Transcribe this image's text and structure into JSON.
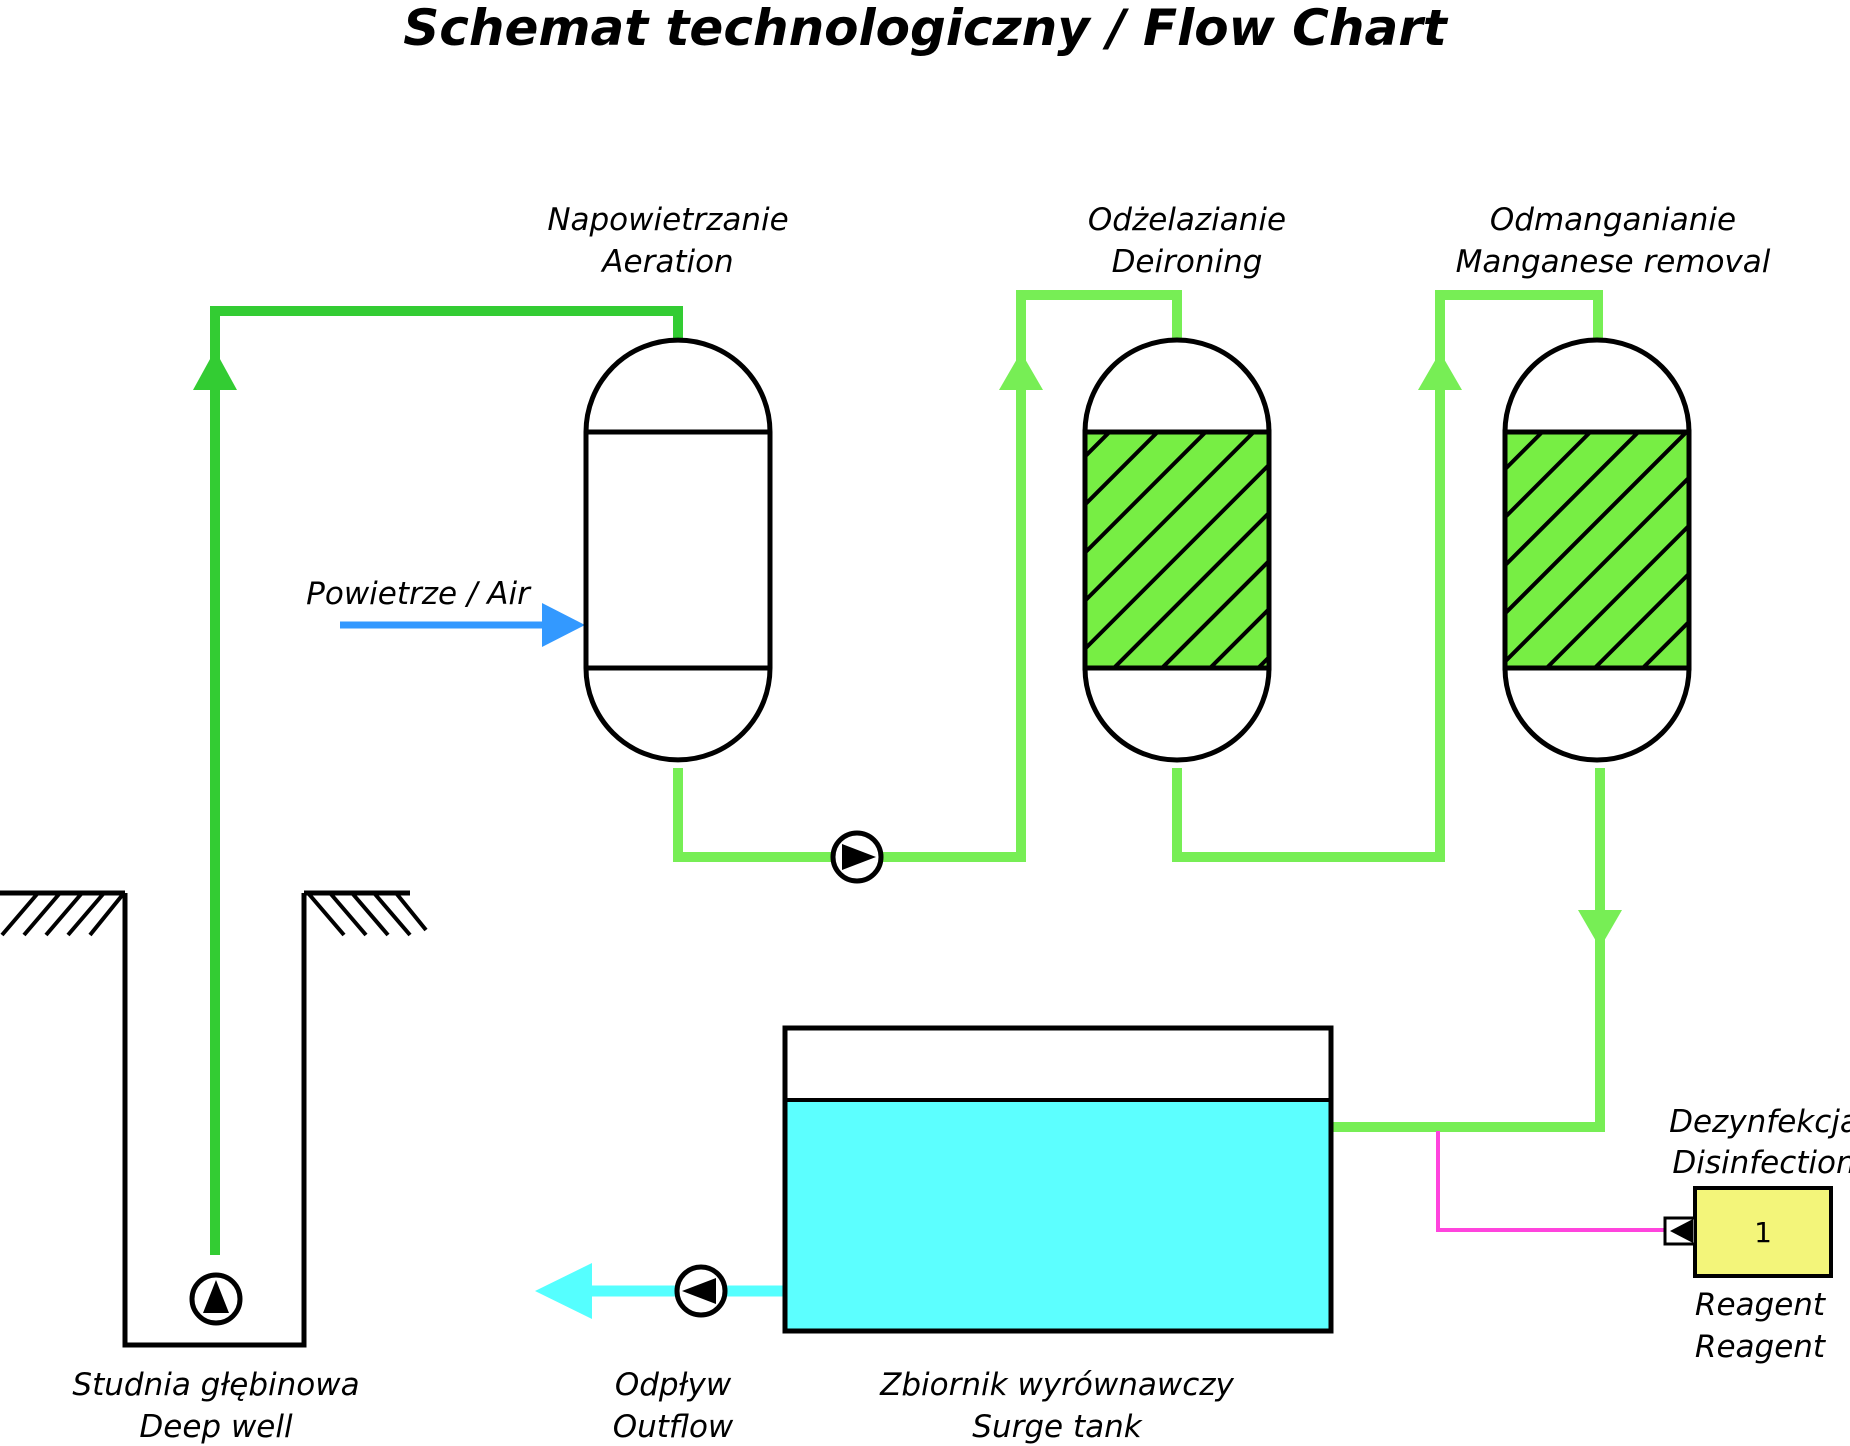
{
  "title": "Schemat technologiczny / Flow Chart",
  "colors": {
    "raw_water": "#33cc33",
    "treated_water": "#77ee55",
    "air": "#3399ff",
    "outflow": "#55ffff",
    "reagent_line": "#ff44dd",
    "tank_water": "#5cffff",
    "filter_media": "#77ee44",
    "reagent_box": "#f3f57a"
  },
  "nodes": {
    "aeration": {
      "label_pl": "Napowietrzanie",
      "label_en": "Aeration"
    },
    "deironing": {
      "label_pl": "Odżelazianie",
      "label_en": "Deironing"
    },
    "manganese": {
      "label_pl": "Odmanganianie",
      "label_en": "Manganese removal"
    },
    "air": {
      "label": "Powietrze / Air"
    },
    "well": {
      "label_pl": "Studnia głębinowa",
      "label_en": "Deep well"
    },
    "outflow": {
      "label_pl": "Odpływ",
      "label_en": "Outflow"
    },
    "tank": {
      "label_pl": "Zbiornik wyrównawczy",
      "label_en": "Surge tank"
    },
    "disinfection": {
      "label_pl": "Dezynfekcja",
      "label_en": "Disinfection"
    },
    "reagent": {
      "label_pl": "Reagent",
      "label_en": "Reagent",
      "number": "1"
    }
  }
}
